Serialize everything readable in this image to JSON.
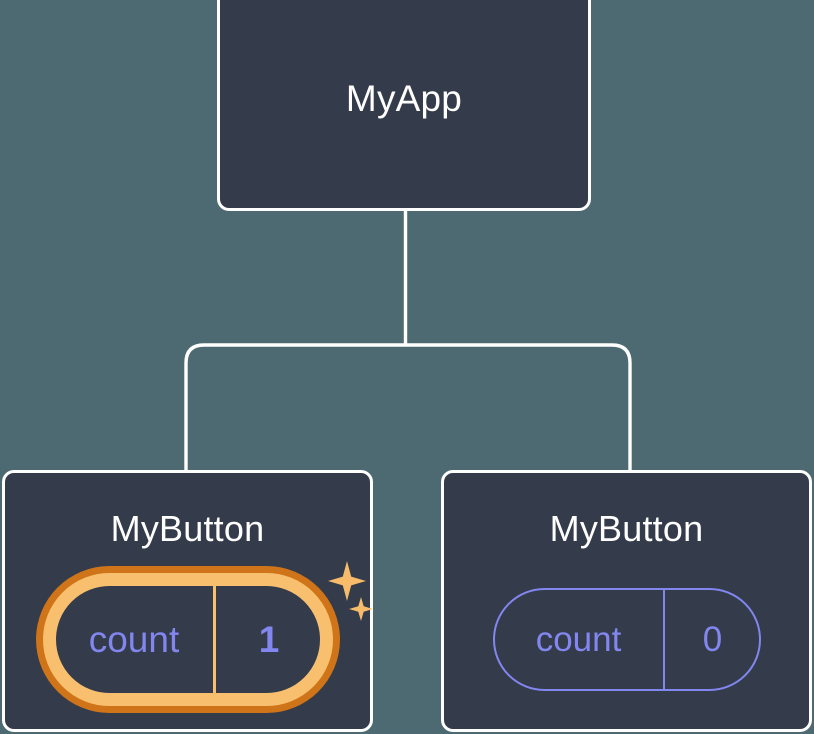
{
  "diagram": {
    "type": "component-tree",
    "background_color": "#4d6a72",
    "node_fill_color": "#343b4a",
    "node_border_color": "#ffffff",
    "accent_color": "#f8c06e",
    "accent_outline_color": "#cf7418",
    "state_text_color": "#8286ef",
    "title_text_color": "#ffffff",
    "root": {
      "label": "MyApp"
    },
    "children": [
      {
        "label": "MyButton",
        "state_key": "count",
        "state_value": "1",
        "highlighted": true,
        "sparkle_count": 2
      },
      {
        "label": "MyButton",
        "state_key": "count",
        "state_value": "0",
        "highlighted": false,
        "sparkle_count": 0
      }
    ]
  }
}
